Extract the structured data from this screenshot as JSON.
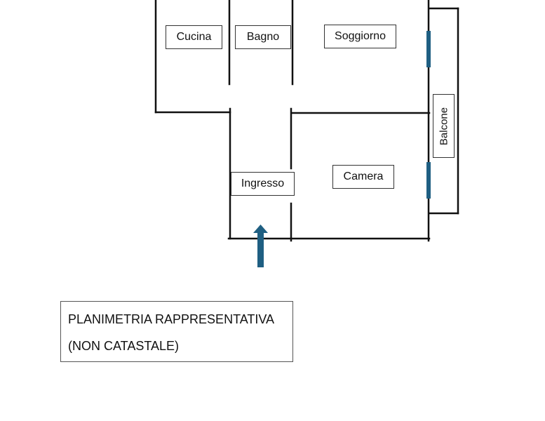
{
  "rooms": {
    "cucina": "Cucina",
    "bagno": "Bagno",
    "soggiorno": "Soggiorno",
    "balcone": "Balcone",
    "ingresso": "Ingresso",
    "camera": "Camera"
  },
  "caption": {
    "line1": "PLANIMETRIA RAPPRESENTATIVA",
    "line2": "(NON CATASTALE)"
  },
  "colors": {
    "wall": "#111111",
    "window": "#1f5f82",
    "arrow": "#1f5f82"
  }
}
